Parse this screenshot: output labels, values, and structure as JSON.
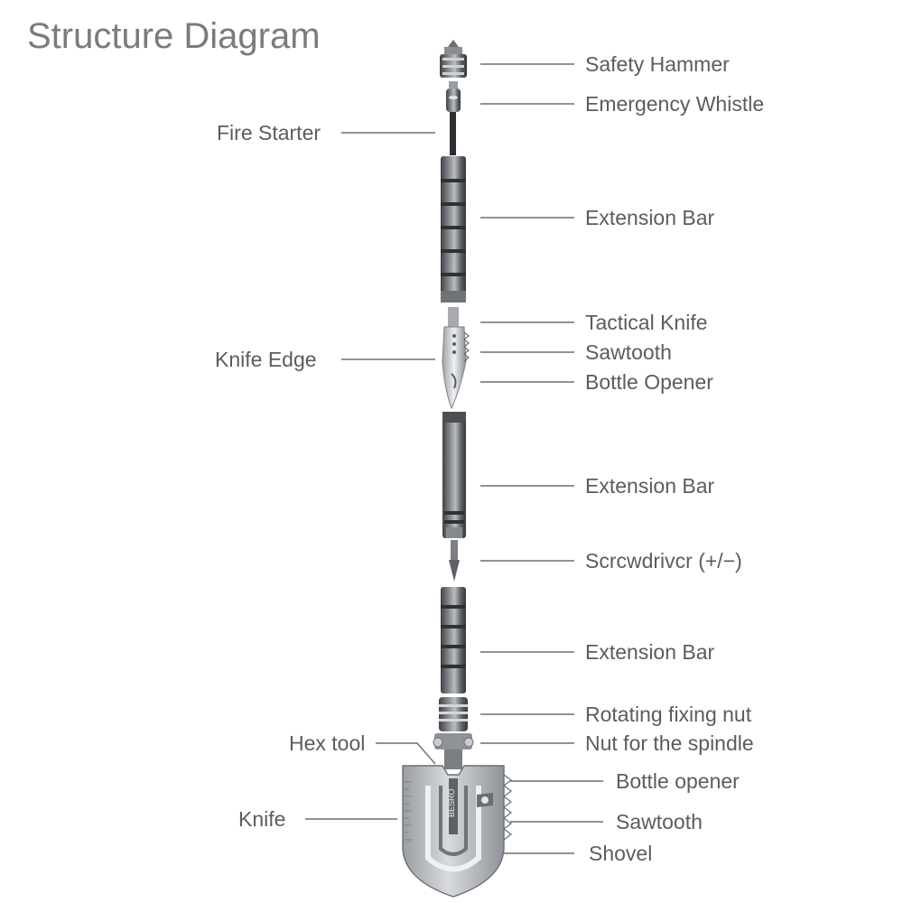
{
  "title": "Structure Diagram",
  "brand_mark": "BESRO",
  "labels_right": [
    "Safety Hammer",
    "Emergency Whistle",
    "Extension Bar",
    "Tactical Knife",
    "Sawtooth",
    "Bottle Opener",
    "Extension Bar",
    "Scrcwdrivcr (+/−)",
    "Extension Bar",
    "Rotating fixing nut",
    "Nut for the spindle",
    "Bottle opener",
    "Sawtooth",
    "Shovel"
  ],
  "labels_left": [
    "Fire Starter",
    "Knife Edge",
    "Hex tool",
    "Knife"
  ],
  "colors": {
    "label": "#5c5c5c",
    "title": "#7b7b7b",
    "leader": "#6e6e6e",
    "metal_dark": "#5a5d62",
    "metal_light": "#d9dbde"
  }
}
